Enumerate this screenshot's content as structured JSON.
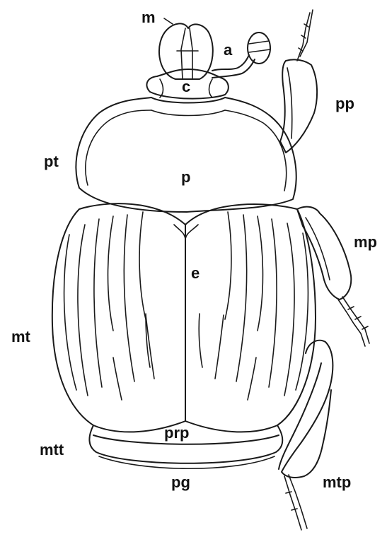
{
  "labels": {
    "m": "m",
    "a": "a",
    "c": "c",
    "pp": "pp",
    "pt": "pt",
    "p": "p",
    "mp": "mp",
    "e": "e",
    "mt": "mt",
    "prp": "prp",
    "mtt": "mtt",
    "pg": "pg",
    "mtp": "mtp"
  },
  "colors": {
    "line": "#1a1a1a",
    "background": "#ffffff",
    "text": "#111111"
  }
}
